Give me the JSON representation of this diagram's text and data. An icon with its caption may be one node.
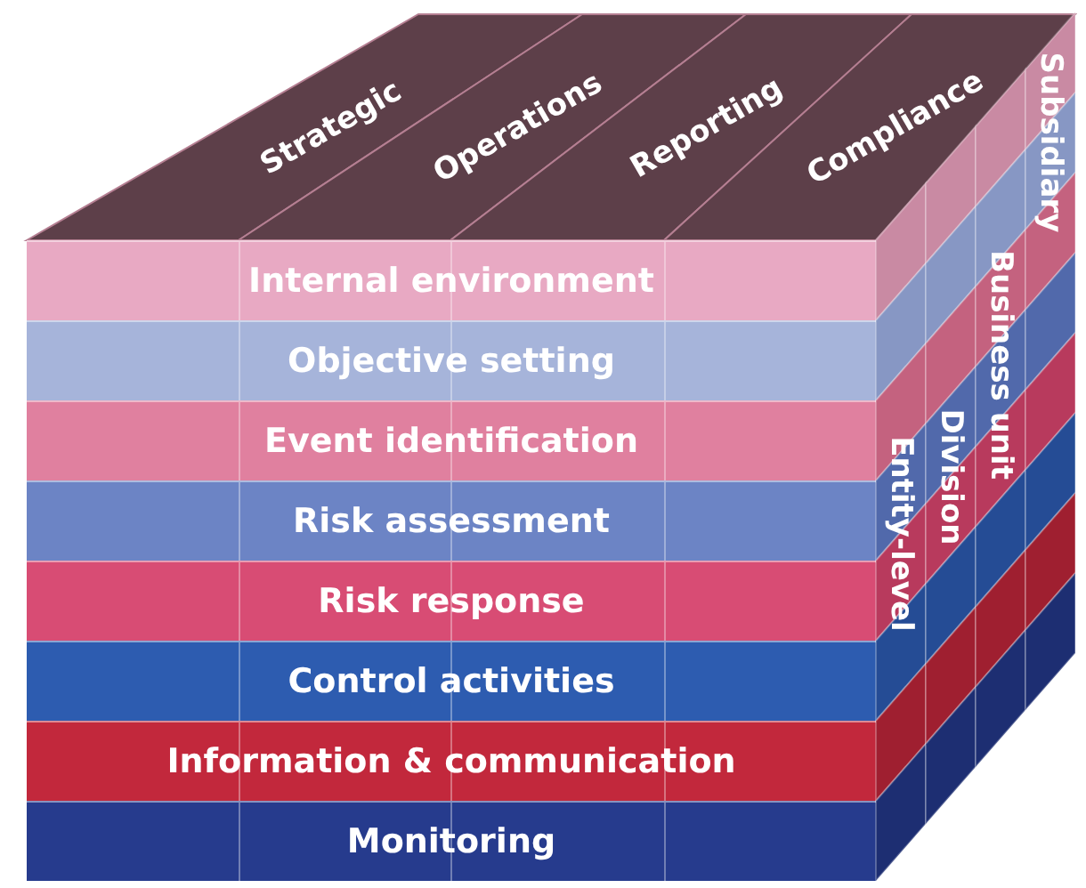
{
  "diagram": {
    "nodes": [
      {
        "text": [
          "Strategic"
        ]
      },
      {
        "text": [
          "Operations"
        ]
      },
      {
        "text": [
          "Reporting"
        ]
      },
      {
        "text": [
          "Compliance"
        ]
      },
      {
        "text": [
          "Internal environment"
        ]
      },
      {
        "text": [
          "Objective setting"
        ]
      },
      {
        "text": [
          "Event identification"
        ]
      },
      {
        "text": [
          "Risk assessment"
        ]
      },
      {
        "text": [
          "Risk response"
        ]
      },
      {
        "text": [
          "Control activities"
        ]
      },
      {
        "text": [
          "Information & communication"
        ]
      },
      {
        "text": [
          "Monitoring"
        ]
      },
      {
        "text": [
          "Entity-level"
        ]
      },
      {
        "text": [
          "Division"
        ]
      },
      {
        "text": [
          "Business unit"
        ]
      },
      {
        "text": [
          "Subsidiary"
        ]
      }
    ]
  }
}
